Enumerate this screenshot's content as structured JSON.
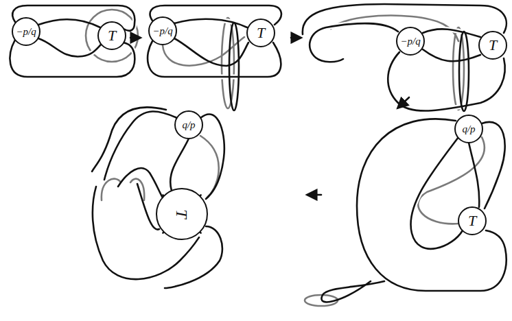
{
  "diagram": {
    "nodes": [
      {
        "text": [
          "−p/q"
        ]
      },
      {
        "text": [
          "T"
        ]
      },
      {
        "text": [
          "−p/q"
        ]
      },
      {
        "text": [
          "T"
        ]
      },
      {
        "text": [
          "−p/q"
        ]
      },
      {
        "text": [
          "T"
        ]
      },
      {
        "text": [
          "q/p"
        ]
      },
      {
        "text": [
          "T"
        ]
      },
      {
        "text": [
          "q/p"
        ]
      },
      {
        "text": [
          "T"
        ]
      }
    ]
  }
}
